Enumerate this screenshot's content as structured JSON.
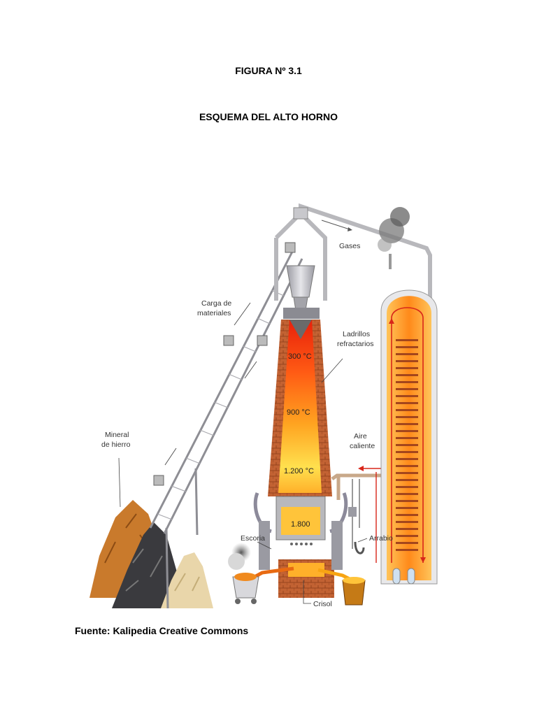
{
  "figure": {
    "title": "FIGURA Nº 3.1",
    "subtitle": "ESQUEMA DEL ALTO HORNO",
    "source": "Fuente: Kalipedia Creative Commons"
  },
  "labels": {
    "gases": "Gases",
    "carga_line1": "Carga de",
    "carga_line2": "materiales",
    "mineral_line1": "Mineral",
    "mineral_line2": "de hierro",
    "ladrillos_line1": "Ladrillos",
    "ladrillos_line2": "refractarios",
    "aire_line1": "Aire",
    "aire_line2": "caliente",
    "escoria": "Escoria",
    "arrabio": "Arrabio",
    "crisol": "Crisol"
  },
  "temperatures": {
    "t1": "300 °C",
    "t2": "900 °C",
    "t3": "1.200 °C",
    "t4": "1.800"
  },
  "colors": {
    "brick": "#b5562b",
    "hot_core": "#ff3a0a",
    "warm": "#ff9a1f",
    "glow": "#ffe35a",
    "metal": "#c8c8cc",
    "arrow_red": "#d8261a"
  }
}
